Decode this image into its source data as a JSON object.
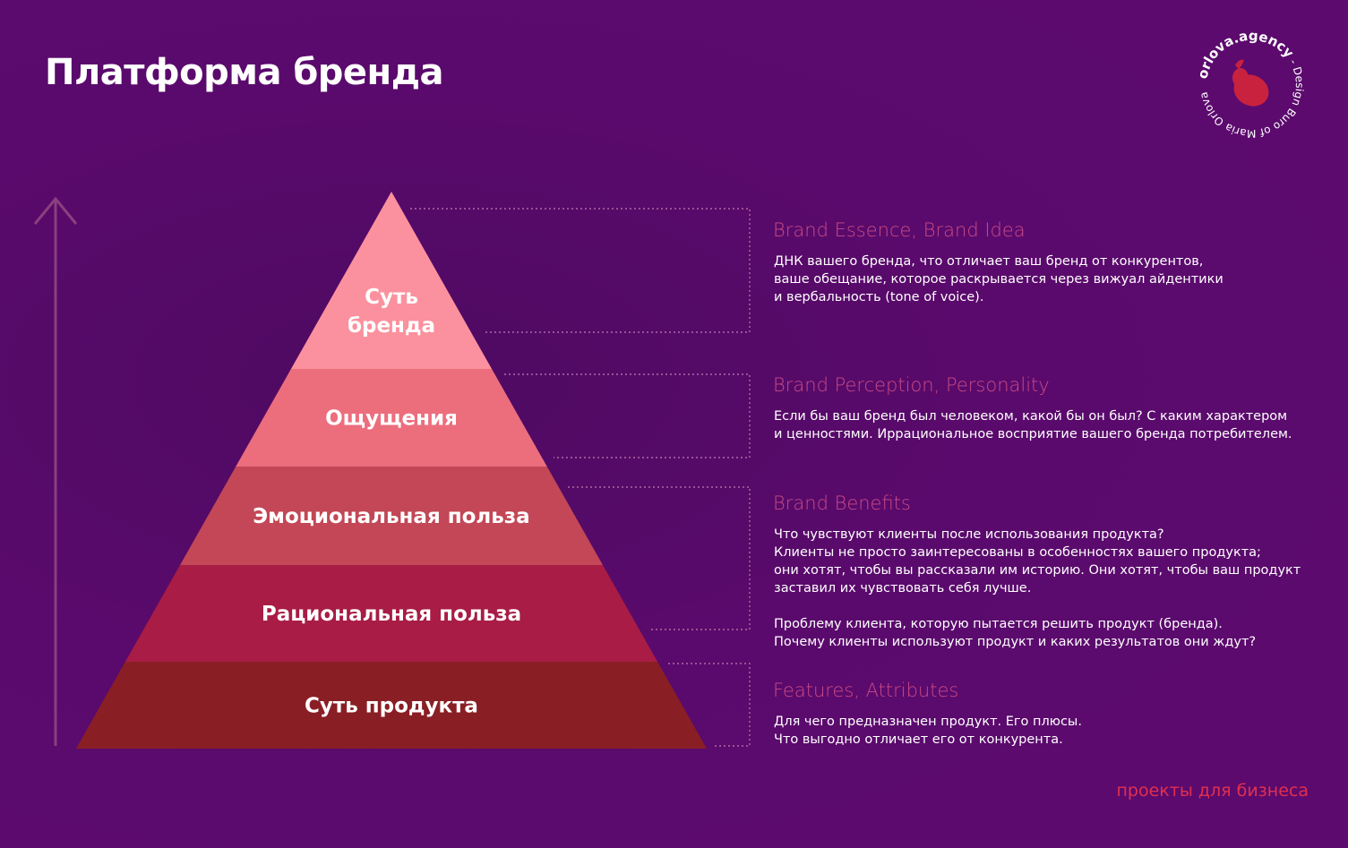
{
  "title": "Платформа бренда",
  "footer": "проекты для бизнеса",
  "logo": {
    "name": "orlova.agency",
    "tagline": "Design Buro of Maria Orlova",
    "icon": "eggplant-icon",
    "color": "#c8223f"
  },
  "colors": {
    "background": "#5a0a6c",
    "arrow": "#8b3f7e",
    "connector": "#b06aa4",
    "heading": "#c94a86",
    "footer": "#e0304e"
  },
  "pyramid": {
    "tiers": [
      {
        "label": "Суть бренда",
        "lines": [
          "Суть",
          "бренда"
        ],
        "color": "#fb919e"
      },
      {
        "label": "Ощущения",
        "lines": [
          "Ощущения"
        ],
        "color": "#ec6e7d"
      },
      {
        "label": "Эмоциональная польза",
        "lines": [
          "Эмоциональная польза"
        ],
        "color": "#c34756"
      },
      {
        "label": "Рациональная польза",
        "lines": [
          "Рациональная польза"
        ],
        "color": "#a81c45"
      },
      {
        "label": "Суть продукта",
        "lines": [
          "Суть продукта"
        ],
        "color": "#891f25"
      }
    ]
  },
  "descriptions": [
    {
      "heading": "Brand Essence, Brand Idea",
      "lines": [
        "ДНК вашего бренда, что отличает ваш бренд от конкурентов,",
        "ваше обещание, которое раскрывается через вижуал айдентики",
        "и вербальность (tone of voice)."
      ]
    },
    {
      "heading": "Brand Perception, Personality",
      "lines": [
        "Если бы ваш бренд был человеком, какой бы он был? С каким характером",
        "и ценностями. Иррациональное восприятие вашего бренда потребителем."
      ]
    },
    {
      "heading": "Brand Benefits",
      "lines": [
        "Что чувствуют клиенты после использования продукта?",
        "Клиенты не просто заинтересованы в особенностях вашего продукта;",
        "они хотят, чтобы вы рассказали им историю. Они хотят, чтобы ваш продукт",
        "заставил их чувствовать себя лучше.",
        "",
        "Проблему клиента, которую пытается решить продукт (бренда).",
        "Почему клиенты используют продукт и каких результатов они ждут?"
      ]
    },
    {
      "heading": "Features, Attributes",
      "lines": [
        "Для чего предназначен продукт. Его плюсы.",
        "Что выгодно отличает его от конкурента."
      ]
    }
  ]
}
